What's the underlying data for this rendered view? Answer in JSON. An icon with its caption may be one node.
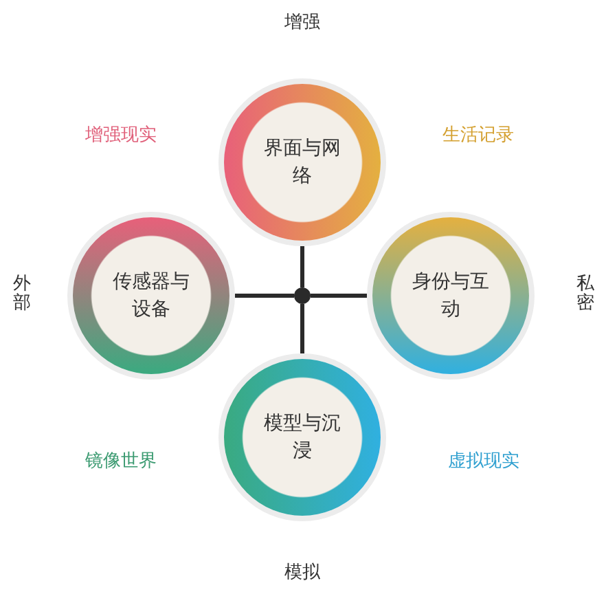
{
  "diagram": {
    "nodes": [
      {
        "text": [
          "界面与网络"
        ]
      },
      {
        "text": [
          "传感器与设备"
        ]
      },
      {
        "text": [
          "身份与互动"
        ]
      },
      {
        "text": [
          "模型与沉浸"
        ]
      },
      {
        "text": [],
        "shape": "circle"
      }
    ],
    "edges": [
      {
        "from": 4,
        "to": 0,
        "arrow": "none"
      },
      {
        "from": 4,
        "to": 1,
        "arrow": "none"
      },
      {
        "from": 4,
        "to": 2,
        "arrow": "none"
      },
      {
        "from": 4,
        "to": 3,
        "arrow": "none"
      }
    ],
    "labels": [
      "增强",
      "增强现实",
      "生活记录",
      "外部",
      "私密",
      "镜像世界",
      "虚拟现实",
      "模拟"
    ]
  }
}
